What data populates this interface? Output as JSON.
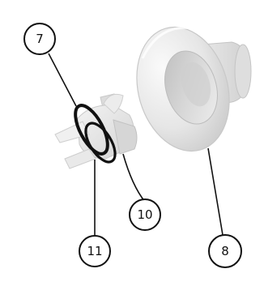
{
  "callouts": [
    {
      "id": "7",
      "label": "7"
    },
    {
      "id": "8",
      "label": "8"
    },
    {
      "id": "10",
      "label": "10"
    },
    {
      "id": "11",
      "label": "11"
    }
  ],
  "colors": {
    "part_light": "#f2f2f2",
    "part_mid": "#dcdcdc",
    "part_shadow": "#b9b9b9",
    "oring": "#111111",
    "line": "#111111"
  }
}
